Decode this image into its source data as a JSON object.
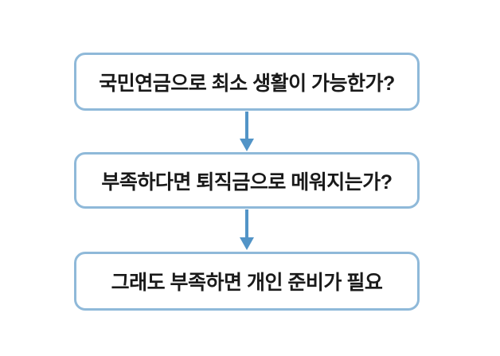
{
  "flowchart": {
    "nodes": [
      {
        "label": "국민연금으로 최소 생활이 가능한가?"
      },
      {
        "label": "부족하다면 퇴직금으로 메워지는가?"
      },
      {
        "label": "그래도 부족하면 개인 준비가 필요"
      }
    ],
    "connector": "down-arrow"
  },
  "colors": {
    "background": "#FFFFFF",
    "box_fill": "#FFFFFF",
    "box_border": "#8FB9D9",
    "arrow": "#5294C7",
    "text": "#1A1A1A"
  }
}
